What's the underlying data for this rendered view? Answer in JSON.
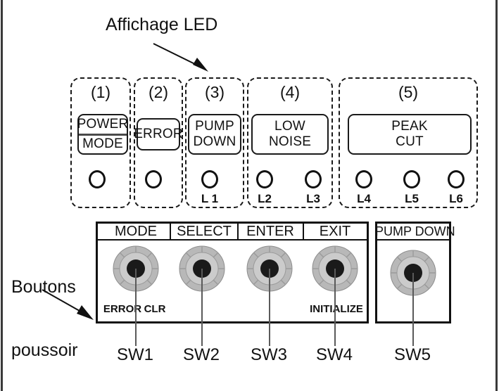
{
  "annotations": {
    "led_display": "Affichage LED",
    "push_buttons_line1": "Boutons",
    "push_buttons_line2": "poussoir"
  },
  "led_section": {
    "groups": [
      {
        "number": "(1)",
        "plate_lines": [
          "POWER",
          "MODE"
        ],
        "split": true,
        "lamps": [
          {
            "label": ""
          }
        ]
      },
      {
        "number": "(2)",
        "plate_lines": [
          "ERROR"
        ],
        "split": false,
        "lamps": [
          {
            "label": ""
          }
        ]
      },
      {
        "number": "(3)",
        "plate_lines": [
          "PUMP",
          "DOWN"
        ],
        "split": false,
        "lamps": [
          {
            "label": "L 1"
          }
        ]
      },
      {
        "number": "(4)",
        "plate_lines": [
          "LOW",
          "NOISE"
        ],
        "split": false,
        "lamps": [
          {
            "label": "L2"
          },
          {
            "label": "L3"
          }
        ]
      },
      {
        "number": "(5)",
        "plate_lines": [
          "PEAK",
          "CUT"
        ],
        "split": false,
        "lamps": [
          {
            "label": "L4"
          },
          {
            "label": "L5"
          },
          {
            "label": "L6"
          }
        ]
      }
    ]
  },
  "button_section": {
    "buttons": [
      {
        "title": "MODE",
        "sub_left": "ERROR",
        "sub_right": "CLR",
        "sw": "SW1"
      },
      {
        "title": "SELECT",
        "sub_left": "",
        "sub_right": "",
        "sw": "SW2"
      },
      {
        "title": "ENTER",
        "sub_left": "",
        "sub_right": "",
        "sw": "SW3"
      },
      {
        "title": "EXIT",
        "sub_left": "",
        "sub_right": "INITIALIZE",
        "sw": "SW4"
      },
      {
        "title": "PUMP DOWN",
        "sub_left": "",
        "sub_right": "",
        "sw": "SW5"
      }
    ]
  },
  "colors": {
    "ink": "#111111",
    "knob_outer": "#b8b8b8",
    "knob_mid": "#cccccc",
    "knob_center": "#1a1a1a",
    "leader": "#5a5a5a",
    "frame": "#3a3a3a"
  }
}
